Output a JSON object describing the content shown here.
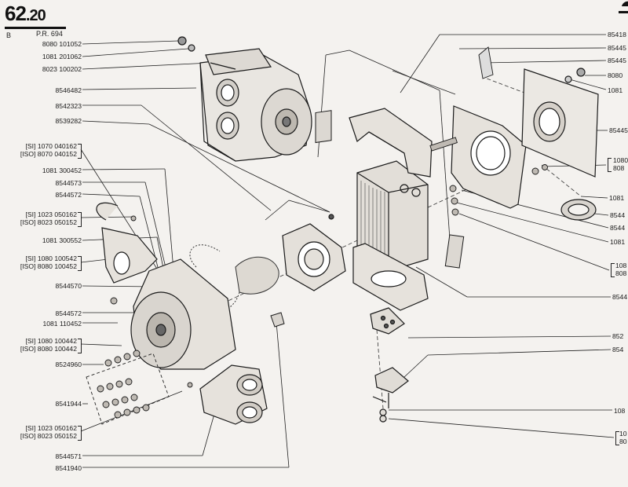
{
  "header": {
    "page_number_main": "62",
    "page_number_sub": ".20",
    "section": "B",
    "pr_ref": "P.R. 694"
  },
  "left_labels": [
    "8080 101052",
    "1081 201062",
    "8023 100202",
    "8546482",
    "8542323",
    "8539282",
    "8544573",
    "8544572",
    "1081 300452",
    "1081 300552",
    "8544570",
    "8544572",
    "1081 110452",
    "8524960",
    "8541944",
    "8544571",
    "8541940"
  ],
  "left_pairs": [
    {
      "a": "[SI] 1070 040162",
      "b": "[ISO] 8070 040152"
    },
    {
      "a": "[SI] 1023 050162",
      "b": "[ISO] 8023 050152"
    },
    {
      "a": "[SI] 1080 100542",
      "b": "[ISO] 8080 100452"
    },
    {
      "a": "[SI] 1080 100442",
      "b": "[ISO] 8080 100442"
    },
    {
      "a": "[SI] 1023 050162",
      "b": "[ISO] 8023 050152"
    }
  ],
  "right_labels": [
    "85418",
    "85445",
    "85445",
    "8080",
    "1081",
    "85445",
    "1080",
    "808",
    "1081",
    "8544",
    "8544",
    "1081",
    "108",
    "808",
    "8544",
    "852",
    "854",
    "108",
    "10",
    "80"
  ]
}
